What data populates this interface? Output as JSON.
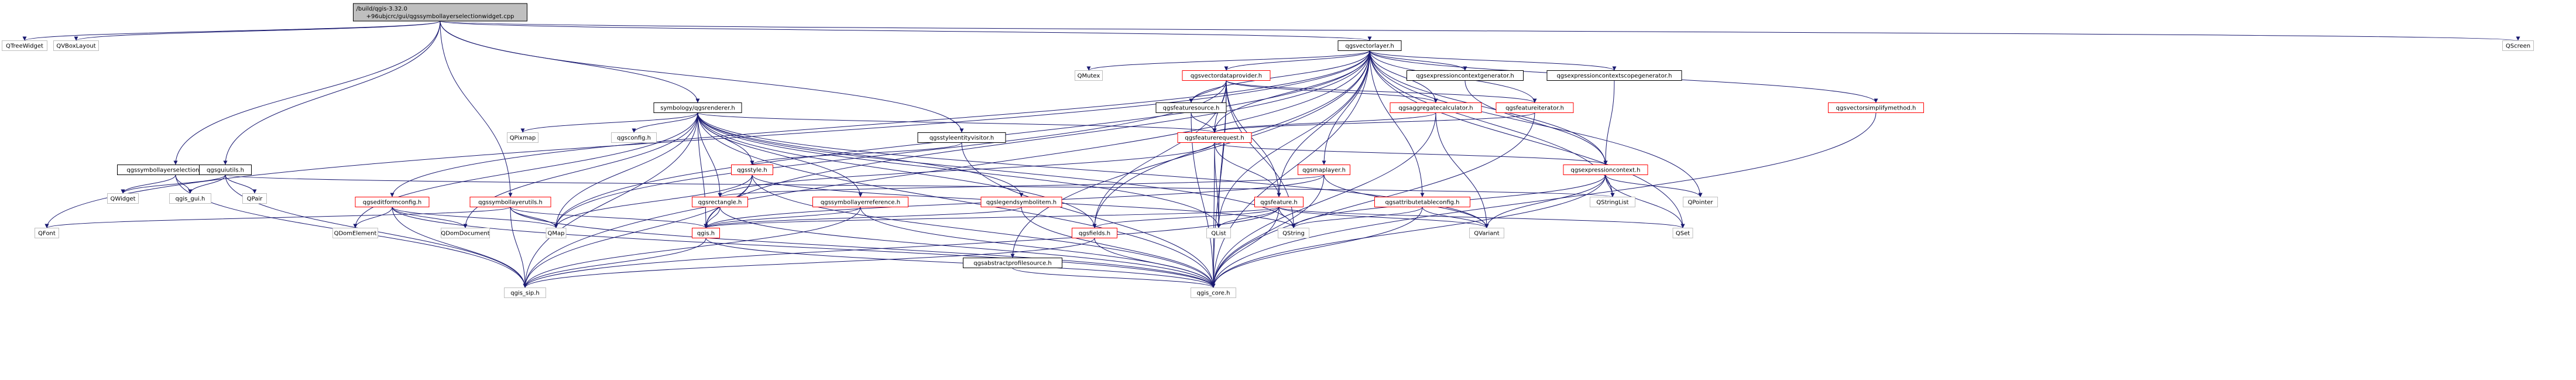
{
  "colors": {
    "edge": "#191970",
    "root_fill": "#bfbfbf",
    "root_border": "#000000",
    "documented_border": "#000000",
    "undocumented_border": "#bfbfbf",
    "linked_border": "#ff0000",
    "node_fill": "#ffffff"
  },
  "nodes": [
    {
      "id": "root",
      "lines": [
        "/build/qgis-3.32.0",
        "+96ubjcrc/gui/qgssymbollayerselectionwidget.cpp"
      ],
      "style": "root"
    },
    {
      "id": "qtreewidget",
      "lines": [
        "QTreeWidget"
      ],
      "style": "undocumented"
    },
    {
      "id": "qvboxlayout",
      "lines": [
        "QVBoxLayout"
      ],
      "style": "undocumented"
    },
    {
      "id": "qscreen",
      "lines": [
        "QScreen"
      ],
      "style": "undocumented"
    },
    {
      "id": "qgsvectorlayer",
      "lines": [
        "qgsvectorlayer.h"
      ],
      "style": "documented"
    },
    {
      "id": "qmutex",
      "lines": [
        "QMutex"
      ],
      "style": "undocumented"
    },
    {
      "id": "qgsvectordataprovider",
      "lines": [
        "qgsvectordataprovider.h"
      ],
      "style": "linked"
    },
    {
      "id": "qgsexpressioncontextgenerator",
      "lines": [
        "qgsexpressioncontextgenerator.h"
      ],
      "style": "documented"
    },
    {
      "id": "qgsexpressioncontextscopegenerator",
      "lines": [
        "qgsexpressioncontextscopegenerator.h"
      ],
      "style": "documented"
    },
    {
      "id": "qgsvectorsimplifymethod",
      "lines": [
        "qgsvectorsimplifymethod.h"
      ],
      "style": "linked"
    },
    {
      "id": "symbology_qgsrenderer",
      "lines": [
        "symbology/qgsrenderer.h"
      ],
      "style": "documented"
    },
    {
      "id": "qgsfeaturesource",
      "lines": [
        "qgsfeaturesource.h"
      ],
      "style": "documented"
    },
    {
      "id": "qgsaggregatecalculator",
      "lines": [
        "qgsaggregatecalculator.h"
      ],
      "style": "linked"
    },
    {
      "id": "qgsfeatureiterator",
      "lines": [
        "qgsfeatureiterator.h"
      ],
      "style": "linked"
    },
    {
      "id": "qpixmap",
      "lines": [
        "QPixmap"
      ],
      "style": "undocumented"
    },
    {
      "id": "qgsconfig",
      "lines": [
        "qgsconfig.h"
      ],
      "style": "undocumented"
    },
    {
      "id": "qgsstyleentityvisitor",
      "lines": [
        "qgsstyleentityvisitor.h"
      ],
      "style": "documented"
    },
    {
      "id": "qgsfeaturerequest",
      "lines": [
        "qgsfeaturerequest.h"
      ],
      "style": "linked"
    },
    {
      "id": "qgssymbollayerselectionwidget",
      "lines": [
        "qgssymbollayerselectionwidget.h"
      ],
      "style": "documented"
    },
    {
      "id": "qgsguiutils",
      "lines": [
        "qgsguiutils.h"
      ],
      "style": "documented"
    },
    {
      "id": "qgsstyle",
      "lines": [
        "qgsstyle.h"
      ],
      "style": "linked"
    },
    {
      "id": "qgsmaplayer",
      "lines": [
        "qgsmaplayer.h"
      ],
      "style": "linked"
    },
    {
      "id": "qgsexpressioncontext",
      "lines": [
        "qgsexpressioncontext.h"
      ],
      "style": "linked"
    },
    {
      "id": "qwidget",
      "lines": [
        "QWidget"
      ],
      "style": "undocumented"
    },
    {
      "id": "qgis_gui",
      "lines": [
        "qgis_gui.h"
      ],
      "style": "undocumented"
    },
    {
      "id": "qpair",
      "lines": [
        "QPair"
      ],
      "style": "undocumented"
    },
    {
      "id": "qgseditformconfig",
      "lines": [
        "qgseditformconfig.h"
      ],
      "style": "linked"
    },
    {
      "id": "qgssymbollayerutils",
      "lines": [
        "qgssymbollayerutils.h"
      ],
      "style": "linked"
    },
    {
      "id": "qgsrectangle",
      "lines": [
        "qgsrectangle.h"
      ],
      "style": "linked"
    },
    {
      "id": "qgssymbollayerreference",
      "lines": [
        "qgssymbollayerreference.h"
      ],
      "style": "linked"
    },
    {
      "id": "qgslegendsymbolitem",
      "lines": [
        "qgslegendsymbolitem.h"
      ],
      "style": "linked"
    },
    {
      "id": "qgsfeature",
      "lines": [
        "qgsfeature.h"
      ],
      "style": "linked"
    },
    {
      "id": "qgsattributetableconfig",
      "lines": [
        "qgsattributetableconfig.h"
      ],
      "style": "linked"
    },
    {
      "id": "qstringlist",
      "lines": [
        "QStringList"
      ],
      "style": "undocumented"
    },
    {
      "id": "qpointer",
      "lines": [
        "QPointer"
      ],
      "style": "undocumented"
    },
    {
      "id": "qfont",
      "lines": [
        "QFont"
      ],
      "style": "undocumented"
    },
    {
      "id": "qdomelement",
      "lines": [
        "QDomElement"
      ],
      "style": "undocumented"
    },
    {
      "id": "qdomdocument",
      "lines": [
        "QDomDocument"
      ],
      "style": "undocumented"
    },
    {
      "id": "qmap",
      "lines": [
        "QMap"
      ],
      "style": "undocumented"
    },
    {
      "id": "qgis",
      "lines": [
        "qgis.h"
      ],
      "style": "linked"
    },
    {
      "id": "qgsfields",
      "lines": [
        "qgsfields.h"
      ],
      "style": "linked"
    },
    {
      "id": "qlist",
      "lines": [
        "QList"
      ],
      "style": "undocumented"
    },
    {
      "id": "qstring",
      "lines": [
        "QString"
      ],
      "style": "undocumented"
    },
    {
      "id": "qvariant",
      "lines": [
        "QVariant"
      ],
      "style": "undocumented"
    },
    {
      "id": "qset",
      "lines": [
        "QSet"
      ],
      "style": "undocumented"
    },
    {
      "id": "qgsabstractprofilesource",
      "lines": [
        "qgsabstractprofilesource.h"
      ],
      "style": "documented"
    },
    {
      "id": "qgis_sip",
      "lines": [
        "qgis_sip.h"
      ],
      "style": "undocumented"
    },
    {
      "id": "qgis_core",
      "lines": [
        "qgis_core.h"
      ],
      "style": "undocumented"
    }
  ],
  "edges": [
    [
      "root",
      "qtreewidget"
    ],
    [
      "root",
      "qvboxlayout"
    ],
    [
      "root",
      "qscreen"
    ],
    [
      "root",
      "qgsvectorlayer"
    ],
    [
      "root",
      "symbology_qgsrenderer"
    ],
    [
      "root",
      "qgssymbollayerselectionwidget"
    ],
    [
      "root",
      "qgsguiutils"
    ],
    [
      "root",
      "qgsstyleentityvisitor"
    ],
    [
      "root",
      "qgssymbollayerutils"
    ],
    [
      "qgsvectorlayer",
      "qmutex"
    ],
    [
      "qgsvectorlayer",
      "qgsvectordataprovider"
    ],
    [
      "qgsvectorlayer",
      "qgsexpressioncontextgenerator"
    ],
    [
      "qgsvectorlayer",
      "qgsexpressioncontextscopegenerator"
    ],
    [
      "qgsvectorlayer",
      "qgsvectorsimplifymethod"
    ],
    [
      "qgsvectorlayer",
      "qgsfeaturesource"
    ],
    [
      "qgsvectorlayer",
      "qgsaggregatecalculator"
    ],
    [
      "qgsvectorlayer",
      "qgsfeatureiterator"
    ],
    [
      "qgsvectorlayer",
      "qgsfeaturerequest"
    ],
    [
      "qgsvectorlayer",
      "qgsmaplayer"
    ],
    [
      "qgsvectorlayer",
      "qgsexpressioncontext"
    ],
    [
      "qgsvectorlayer",
      "qgseditformconfig"
    ],
    [
      "qgsvectorlayer",
      "qgsfeature"
    ],
    [
      "qgsvectorlayer",
      "qgsattributetableconfig"
    ],
    [
      "qgsvectorlayer",
      "qgsabstractprofilesource"
    ],
    [
      "qgsvectorlayer",
      "qgsfields"
    ],
    [
      "qgsvectorlayer",
      "qstringlist"
    ],
    [
      "qgsvectorlayer",
      "qpointer"
    ],
    [
      "qgsvectorlayer",
      "qfont"
    ],
    [
      "qgsvectorlayer",
      "qmap"
    ],
    [
      "qgsvectorlayer",
      "qgis"
    ],
    [
      "qgsvectorlayer",
      "qset"
    ],
    [
      "qgsvectorlayer",
      "qlist"
    ],
    [
      "qgsvectorlayer",
      "qgis_sip"
    ],
    [
      "qgsvectorlayer",
      "qgis_core"
    ],
    [
      "qgsvectordataprovider",
      "qgsfeaturesource"
    ],
    [
      "qgsvectordataprovider",
      "qgsaggregatecalculator"
    ],
    [
      "qgsvectordataprovider",
      "qgsfeatureiterator"
    ],
    [
      "qgsvectordataprovider",
      "qgsfeaturerequest"
    ],
    [
      "qgsvectordataprovider",
      "qgsfeature"
    ],
    [
      "qgsvectordataprovider",
      "qgsfields"
    ],
    [
      "qgsvectordataprovider",
      "qlist"
    ],
    [
      "qgsvectordataprovider",
      "qstring"
    ],
    [
      "qgsvectordataprovider",
      "qgis_core"
    ],
    [
      "qgsvectordataprovider",
      "qmap"
    ],
    [
      "qgsexpressioncontextgenerator",
      "qgsexpressioncontext"
    ],
    [
      "qgsexpressioncontextscopegenerator",
      "qgsexpressioncontext"
    ],
    [
      "qgsvectorsimplifymethod",
      "qgis_core"
    ],
    [
      "symbology_qgsrenderer",
      "qpixmap"
    ],
    [
      "symbology_qgsrenderer",
      "qgsconfig"
    ],
    [
      "symbology_qgsrenderer",
      "qgsstyle"
    ],
    [
      "symbology_qgsrenderer",
      "qgsfeaturerequest"
    ],
    [
      "symbology_qgsrenderer",
      "qgsrectangle"
    ],
    [
      "symbology_qgsrenderer",
      "qgssymbollayerreference"
    ],
    [
      "symbology_qgsrenderer",
      "qgslegendsymbolitem"
    ],
    [
      "symbology_qgsrenderer",
      "qgsfields"
    ],
    [
      "symbology_qgsrenderer",
      "qdomelement"
    ],
    [
      "symbology_qgsrenderer",
      "qdomdocument"
    ],
    [
      "symbology_qgsrenderer",
      "qmap"
    ],
    [
      "symbology_qgsrenderer",
      "qgis"
    ],
    [
      "symbology_qgsrenderer",
      "qlist"
    ],
    [
      "symbology_qgsrenderer",
      "qstring"
    ],
    [
      "symbology_qgsrenderer",
      "qvariant"
    ],
    [
      "symbology_qgsrenderer",
      "qgis_sip"
    ],
    [
      "symbology_qgsrenderer",
      "qgis_core"
    ],
    [
      "qgsfeaturesource",
      "qgsfeaturerequest"
    ],
    [
      "qgsfeaturesource",
      "qgis_core"
    ],
    [
      "qgsaggregatecalculator",
      "qgsfeaturerequest"
    ],
    [
      "qgsaggregatecalculator",
      "qvariant"
    ],
    [
      "qgsaggregatecalculator",
      "qgis_core"
    ],
    [
      "qgsfeatureiterator",
      "qgsfeaturerequest"
    ],
    [
      "qgsfeatureiterator",
      "qgis_core"
    ],
    [
      "qgsstyleentityvisitor",
      "qgsstyle"
    ],
    [
      "qgsstyleentityvisitor",
      "qgis_core"
    ],
    [
      "qgsfeaturerequest",
      "qgsexpressioncontext"
    ],
    [
      "qgsfeaturerequest",
      "qgsfeature"
    ],
    [
      "qgsfeaturerequest",
      "qgsrectangle"
    ],
    [
      "qgsfeaturerequest",
      "qlist"
    ],
    [
      "qgsfeaturerequest",
      "qgis_core"
    ],
    [
      "qgssymbollayerselectionwidget",
      "qwidget"
    ],
    [
      "qgssymbollayerselectionwidget",
      "qgis_gui"
    ],
    [
      "qgssymbollayerselectionwidget",
      "qgis_sip"
    ],
    [
      "qgsguiutils",
      "qwidget"
    ],
    [
      "qgsguiutils",
      "qgis_gui"
    ],
    [
      "qgsguiutils",
      "qpair"
    ],
    [
      "qgsguiutils",
      "qstringlist"
    ],
    [
      "qgsguiutils",
      "qgis_sip"
    ],
    [
      "qgsstyle",
      "qgis"
    ],
    [
      "qgsstyle",
      "qmap"
    ],
    [
      "qgsstyle",
      "qstring"
    ],
    [
      "qgsstyle",
      "qgis_sip"
    ],
    [
      "qgsstyle",
      "qgis_core"
    ],
    [
      "qgsmaplayer",
      "qgsrectangle"
    ],
    [
      "qgsmaplayer",
      "qgis"
    ],
    [
      "qgsmaplayer",
      "qvariant"
    ],
    [
      "qgsmaplayer",
      "qgis_core"
    ],
    [
      "qgsexpressioncontext",
      "qstringlist"
    ],
    [
      "qgsexpressioncontext",
      "qpointer"
    ],
    [
      "qgsexpressioncontext",
      "qset"
    ],
    [
      "qgsexpressioncontext",
      "qvariant"
    ],
    [
      "qgsexpressioncontext",
      "qstring"
    ],
    [
      "qgsexpressioncontext",
      "qgis_core"
    ],
    [
      "qgseditformconfig",
      "qdomelement"
    ],
    [
      "qgseditformconfig",
      "qdomdocument"
    ],
    [
      "qgseditformconfig",
      "qmap"
    ],
    [
      "qgseditformconfig",
      "qgis_sip"
    ],
    [
      "qgseditformconfig",
      "qgis_core"
    ],
    [
      "qgssymbollayerutils",
      "qfont"
    ],
    [
      "qgssymbollayerutils",
      "qmap"
    ],
    [
      "qgssymbollayerutils",
      "qgis"
    ],
    [
      "qgssymbollayerutils",
      "qgis_sip"
    ],
    [
      "qgssymbollayerutils",
      "qgis_core"
    ],
    [
      "qgsrectangle",
      "qgis"
    ],
    [
      "qgsrectangle",
      "qgis_core"
    ],
    [
      "qgssymbollayerreference",
      "qgis"
    ],
    [
      "qgssymbollayerreference",
      "qgis_sip"
    ],
    [
      "qgssymbollayerreference",
      "qgis_core"
    ],
    [
      "qgslegendsymbolitem",
      "qgis"
    ],
    [
      "qgslegendsymbolitem",
      "qgis_core"
    ],
    [
      "qgsfeature",
      "qgsfields"
    ],
    [
      "qgsfeature",
      "qlist"
    ],
    [
      "qgsfeature",
      "qstring"
    ],
    [
      "qgsfeature",
      "qvariant"
    ],
    [
      "qgsfeature",
      "qset"
    ],
    [
      "qgsfeature",
      "qgis"
    ],
    [
      "qgsfeature",
      "qgis_sip"
    ],
    [
      "qgsfeature",
      "qgis_core"
    ],
    [
      "qgsattributetableconfig",
      "qvariant"
    ],
    [
      "qgsattributetableconfig",
      "qstring"
    ],
    [
      "qgsattributetableconfig",
      "qgis_core"
    ],
    [
      "qgis",
      "qgis_sip"
    ],
    [
      "qgis",
      "qgis_core"
    ],
    [
      "qgsfields",
      "qgis_sip"
    ],
    [
      "qgsfields",
      "qgis_core"
    ],
    [
      "qgsabstractprofilesource",
      "qgis_core"
    ]
  ]
}
